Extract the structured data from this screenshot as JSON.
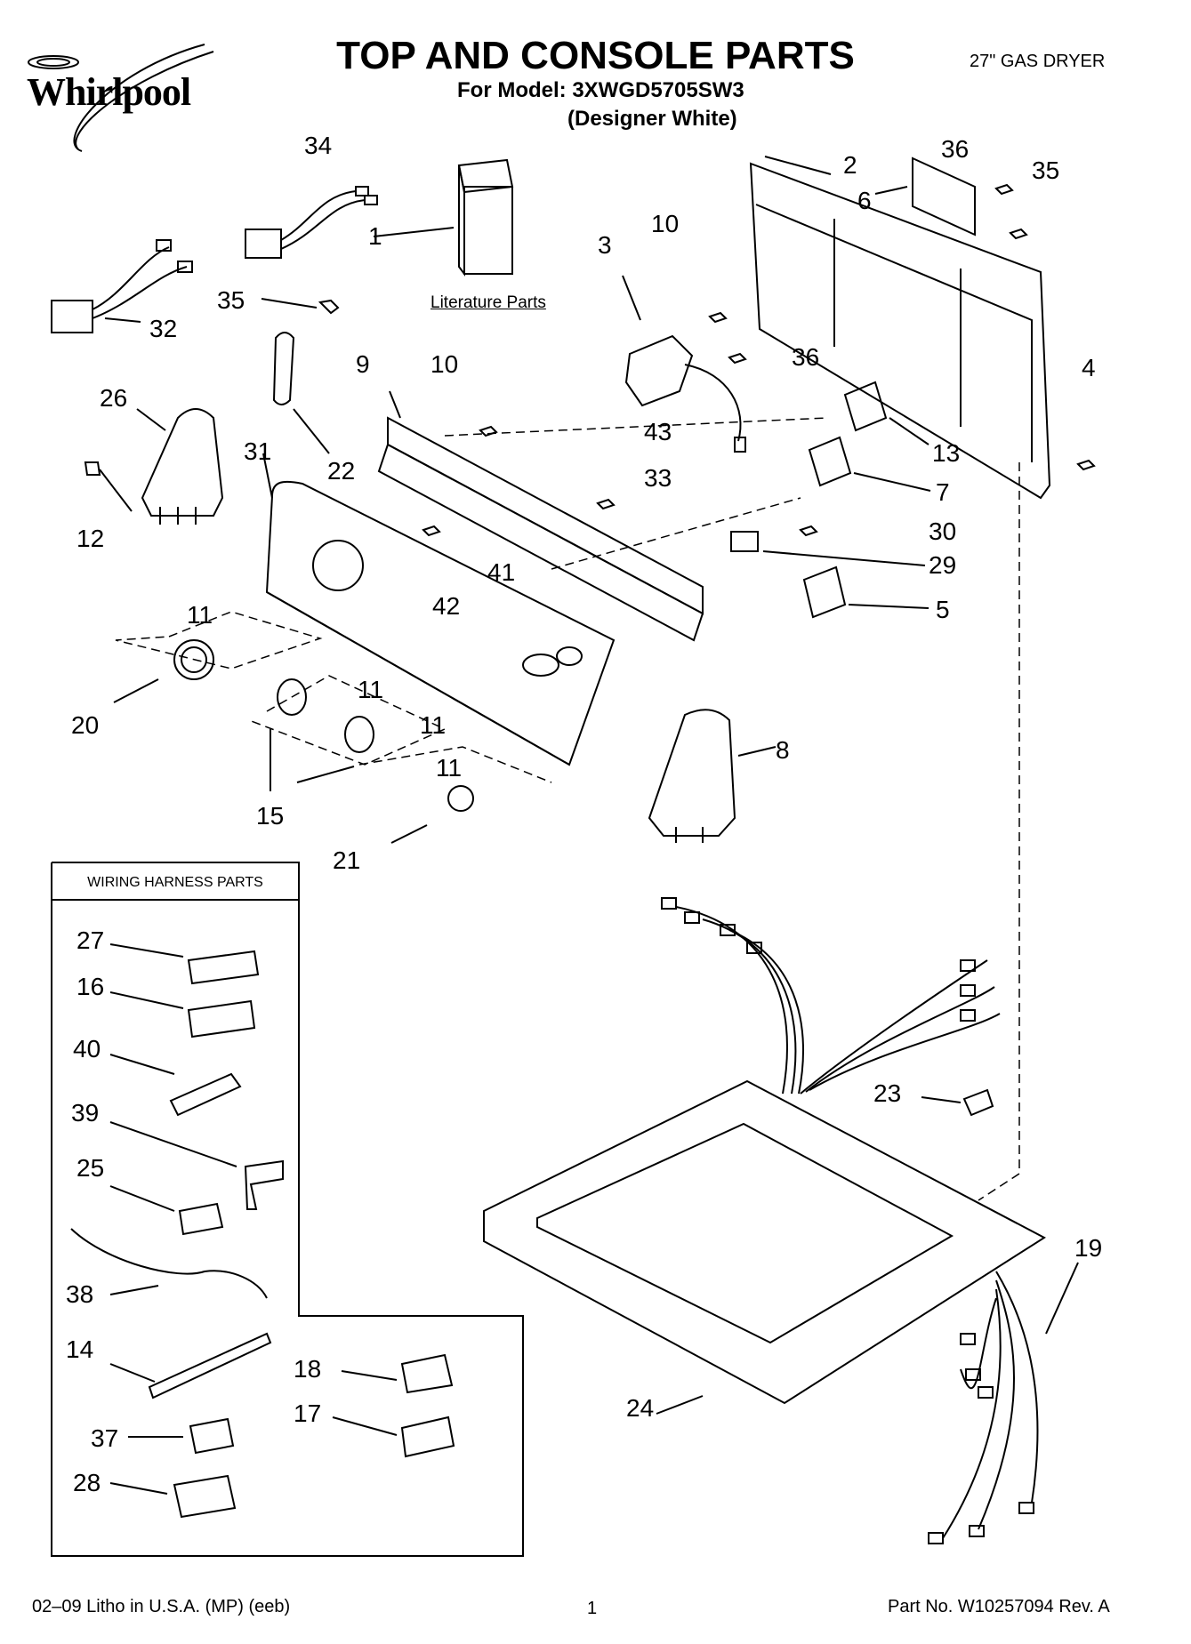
{
  "header": {
    "brand": "Whirlpool",
    "title": "TOP AND CONSOLE PARTS",
    "model_line": "For Model: 3XWGD5705SW3",
    "color_line": "(Designer White)",
    "product": "27\" GAS DRYER"
  },
  "literature_label": "Literature Parts",
  "wiring_harness_title": "WIRING HARNESS PARTS",
  "callouts": [
    "34",
    "1",
    "35",
    "32",
    "26",
    "12",
    "22",
    "31",
    "9",
    "10",
    "10",
    "3",
    "43",
    "33",
    "2",
    "6",
    "36",
    "35",
    "36",
    "4",
    "13",
    "7",
    "30",
    "29",
    "5",
    "41",
    "42",
    "11",
    "11",
    "11",
    "11",
    "20",
    "15",
    "21",
    "8",
    "27",
    "16",
    "40",
    "39",
    "25",
    "38",
    "14",
    "18",
    "17",
    "37",
    "28",
    "23",
    "19",
    "24"
  ],
  "footer": {
    "left": "02–09 Litho in U.S.A. (MP) (eeb)",
    "page": "1",
    "part_no": "Part No. W10257094 Rev. A"
  },
  "colors": {
    "ink": "#000000",
    "paper": "#ffffff"
  }
}
